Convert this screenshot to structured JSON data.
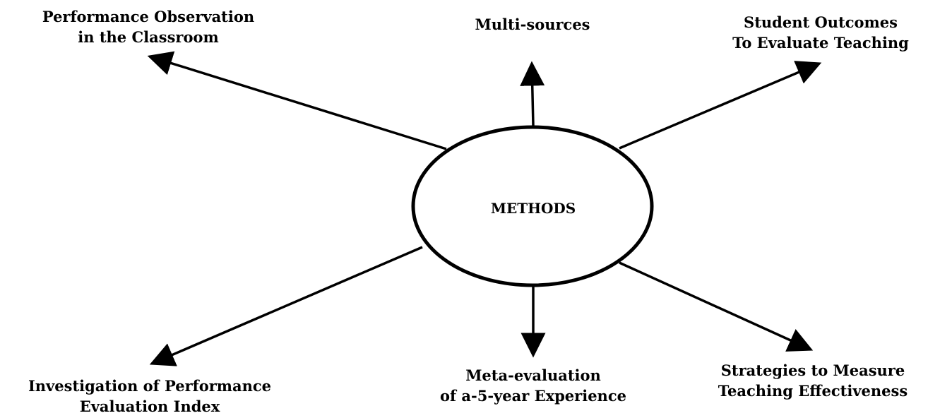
{
  "center": {
    "label": "METHODS"
  },
  "branches": [
    {
      "id": "top-left",
      "lines": [
        "Performance Observation",
        "in the Classroom"
      ]
    },
    {
      "id": "top",
      "lines": [
        "Multi-sources"
      ]
    },
    {
      "id": "top-right",
      "lines": [
        "Student Outcomes",
        "To Evaluate Teaching"
      ]
    },
    {
      "id": "bottom-left",
      "lines": [
        "Investigation of Performance",
        "Evaluation Index"
      ]
    },
    {
      "id": "bottom",
      "lines": [
        "Meta-evaluation",
        "of a-5-year Experience"
      ]
    },
    {
      "id": "bottom-right",
      "lines": [
        "Strategies to Measure",
        "Teaching Effectiveness"
      ]
    }
  ],
  "colors": {
    "ink": "#000000",
    "background": "#ffffff"
  }
}
